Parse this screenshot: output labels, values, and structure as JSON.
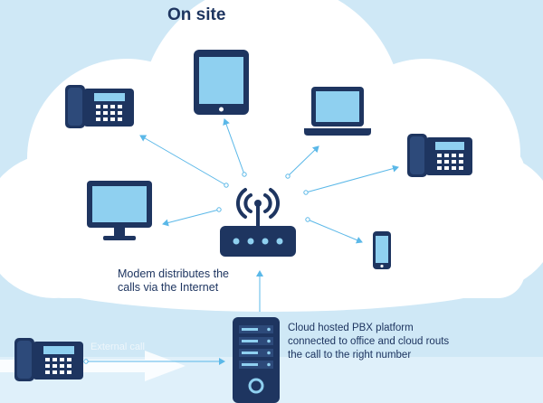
{
  "title": "On site",
  "captions": {
    "modem": "Modem distributes the calls via the Internet",
    "pbx": "Cloud hosted PBX platform connected to office and cloud routs the call to the right number",
    "external_call": "External call"
  },
  "colors": {
    "background": "#cfe8f6",
    "cloud": "#ffffff",
    "device": "#1e3560",
    "screen": "#8fd0f0",
    "arrow": "#5bb8e8",
    "band": "#a8d6ef"
  },
  "icons": {
    "router": "wifi-router-icon",
    "server": "server-icon",
    "desk_phone": "desk-phone-icon",
    "tablet": "tablet-icon",
    "laptop": "laptop-icon",
    "monitor": "monitor-icon",
    "smartphone": "smartphone-icon"
  }
}
